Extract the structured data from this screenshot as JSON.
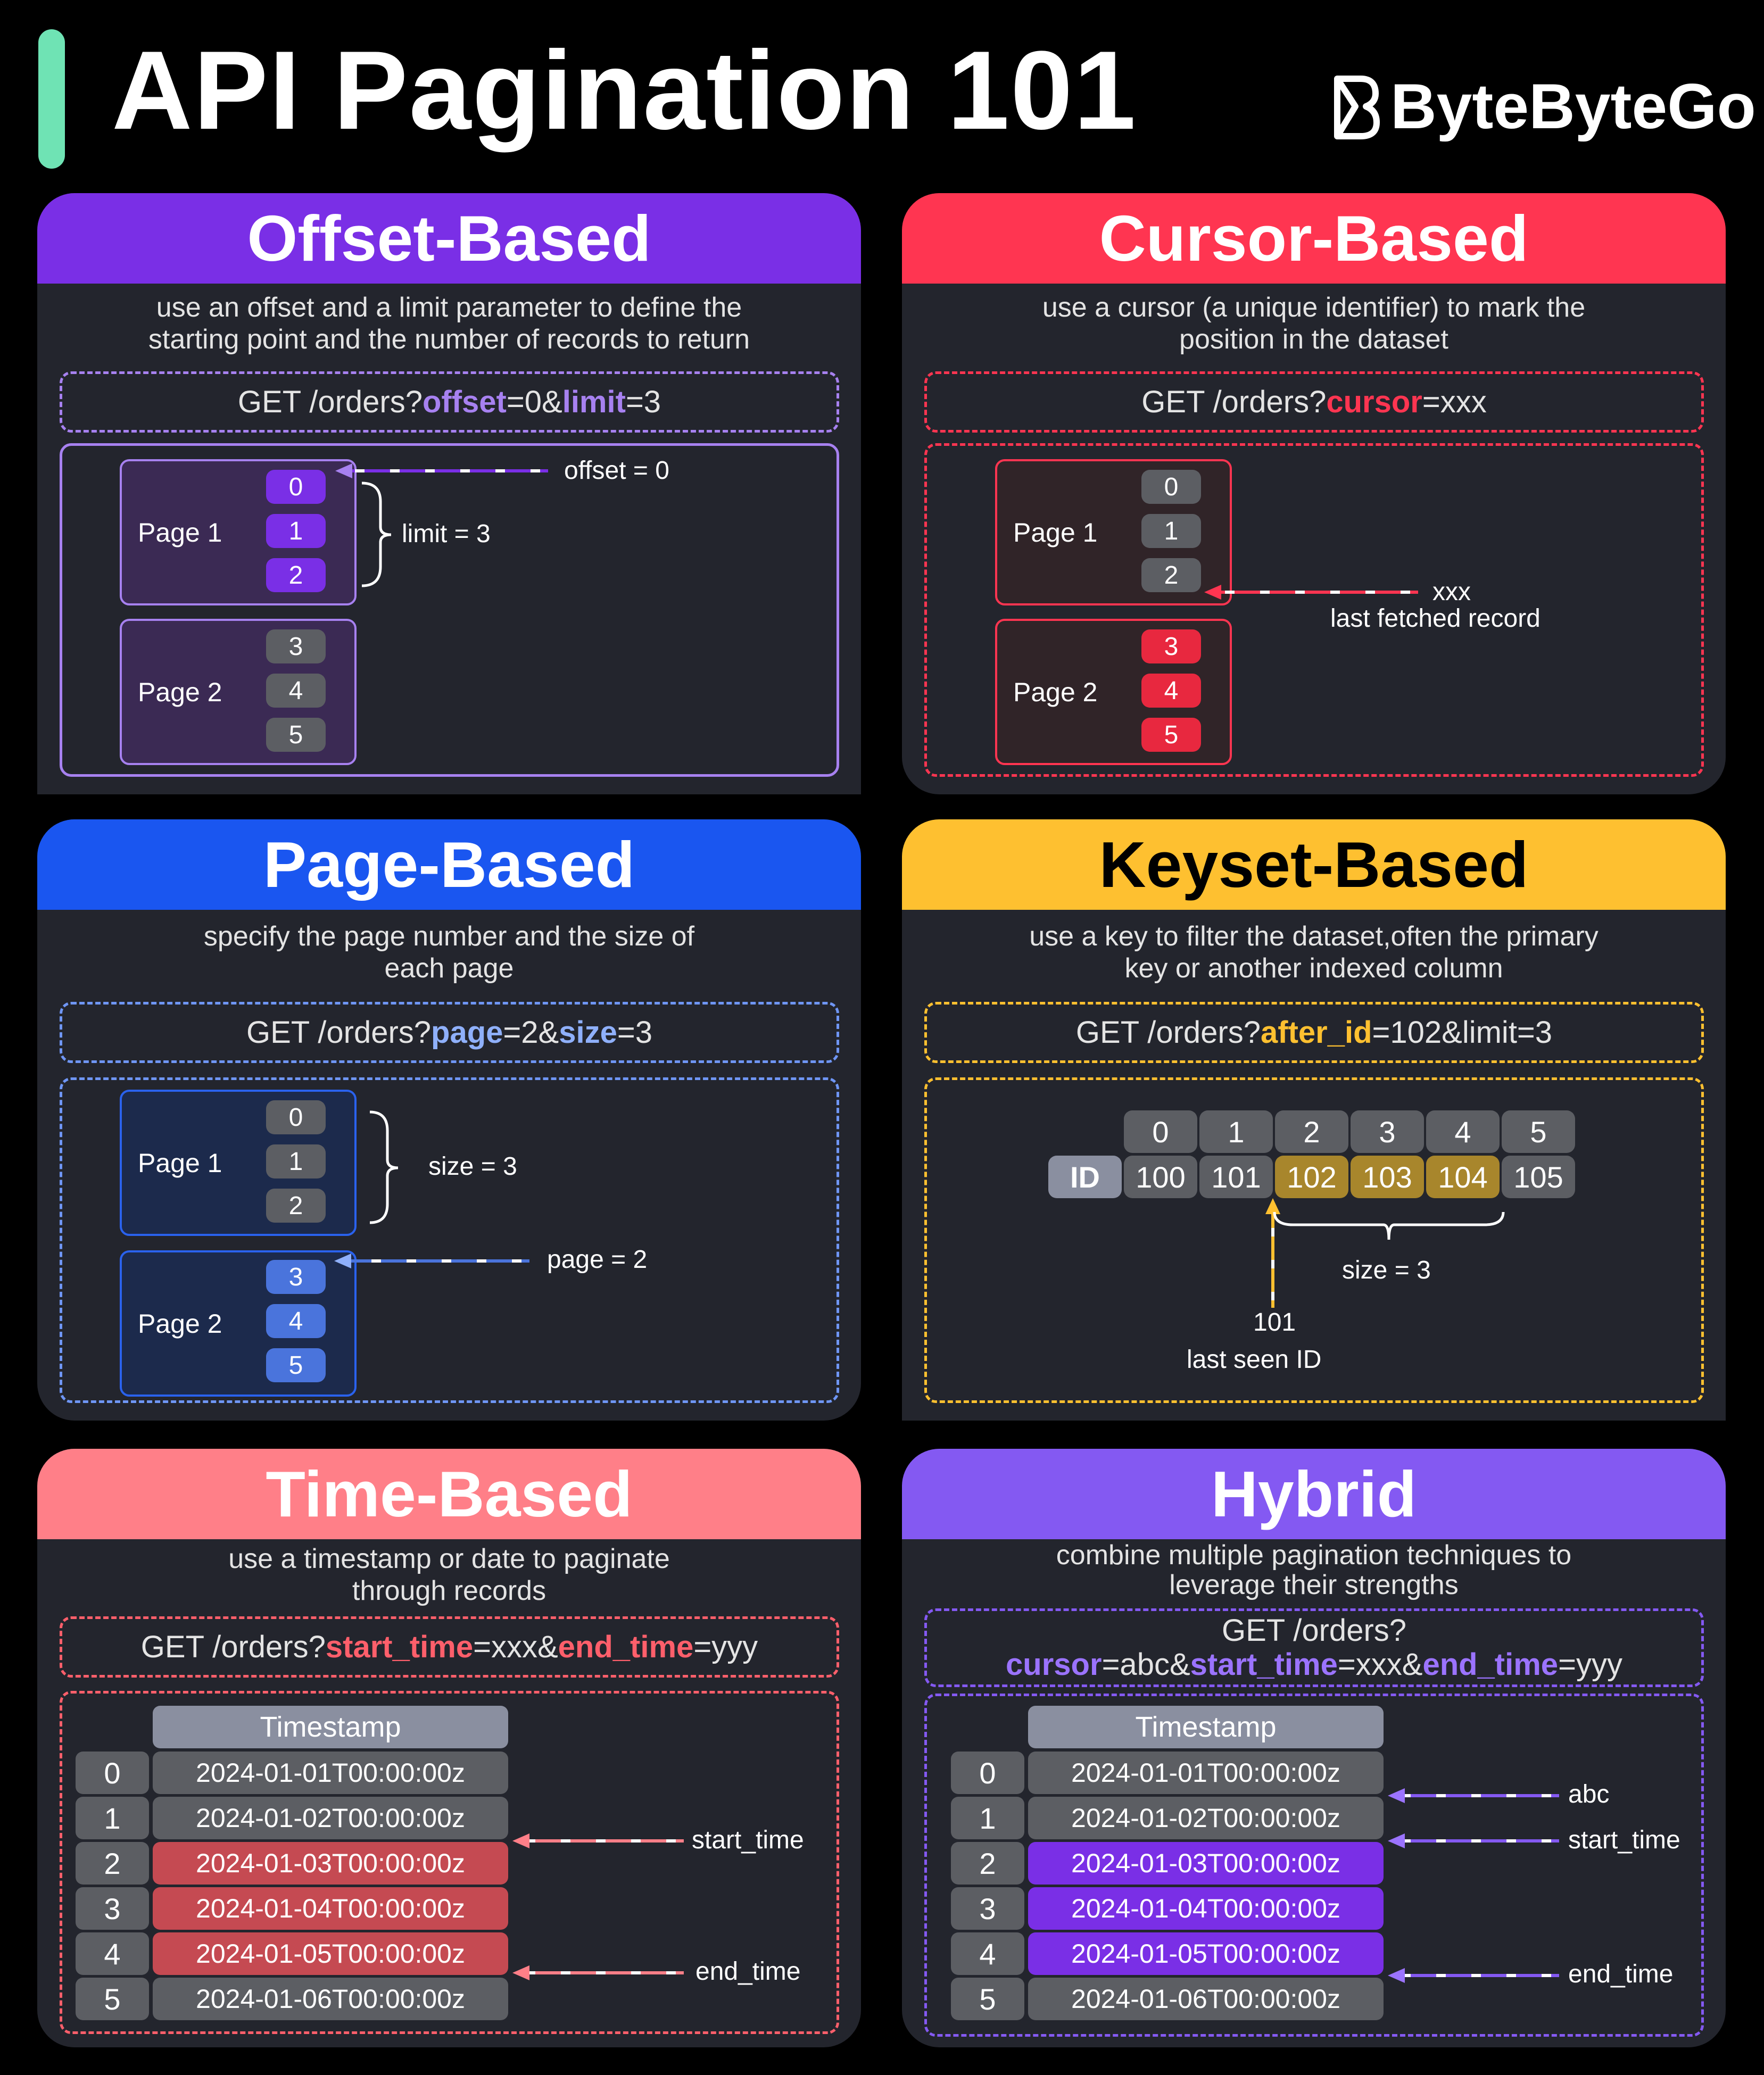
{
  "header": {
    "title": "API Pagination 101",
    "brand": "ByteByteGo",
    "accent_color": "#6fe3b4"
  },
  "colors": {
    "offset": "#7a2fe6",
    "cursor": "#ff3551",
    "page": "#1a56f0",
    "keyset": "#fec030",
    "time": "#ff7f88",
    "hybrid": "#8459f2",
    "cell_gray": "#5c5e63"
  },
  "offset": {
    "title": "Offset-Based",
    "desc_line1": "use an offset and a limit parameter to define the",
    "desc_line2": "starting point and the number of records to return",
    "request": {
      "prefix": "GET /orders?",
      "p1": "offset",
      "v1": "=0&",
      "p2": "limit",
      "v2": "=3"
    },
    "page1_label": "Page 1",
    "page2_label": "Page 2",
    "page1_cells": [
      "0",
      "1",
      "2"
    ],
    "page2_cells": [
      "3",
      "4",
      "5"
    ],
    "offset_label": "offset = 0",
    "limit_label": "limit = 3"
  },
  "cursor": {
    "title": "Cursor-Based",
    "desc_line1": "use a cursor (a unique identifier) to mark the",
    "desc_line2": "position in the dataset",
    "request": {
      "prefix": "GET /orders?",
      "p1": "cursor",
      "v1": "=xxx"
    },
    "page1_label": "Page 1",
    "page2_label": "Page 2",
    "page1_cells": [
      "0",
      "1",
      "2"
    ],
    "page2_cells": [
      "3",
      "4",
      "5"
    ],
    "cursor_value": "xxx",
    "cursor_caption": "last fetched record"
  },
  "page": {
    "title": "Page-Based",
    "desc_line1": "specify the page number and the size of",
    "desc_line2": "each page",
    "request": {
      "prefix": "GET /orders?",
      "p1": "page",
      "v1": "=2&",
      "p2": "size",
      "v2": "=3"
    },
    "page1_label": "Page 1",
    "page2_label": "Page 2",
    "page1_cells": [
      "0",
      "1",
      "2"
    ],
    "page2_cells": [
      "3",
      "4",
      "5"
    ],
    "size_label": "size = 3",
    "page_label": "page = 2"
  },
  "keyset": {
    "title": "Keyset-Based",
    "desc_line1": "use a key to filter the dataset,often the primary",
    "desc_line2": "key or another indexed column",
    "request": {
      "prefix": "GET /orders?",
      "p1": "after_id",
      "v1": "=102&limit=3"
    },
    "indices": [
      "0",
      "1",
      "2",
      "3",
      "4",
      "5"
    ],
    "id_label": "ID",
    "ids": [
      "100",
      "101",
      "102",
      "103",
      "104",
      "105"
    ],
    "size_label": "size = 3",
    "last_id": "101",
    "last_caption": "last seen ID"
  },
  "time": {
    "title": "Time-Based",
    "desc_line1": "use a timestamp or date to paginate",
    "desc_line2": "through records",
    "request": {
      "prefix": "GET /orders?",
      "p1": "start_time",
      "v1": "=xxx&",
      "p2": "end_time",
      "v2": "=yyy"
    },
    "column_header": "Timestamp",
    "indices": [
      "0",
      "1",
      "2",
      "3",
      "4",
      "5"
    ],
    "timestamps": [
      "2024-01-01T00:00:00z",
      "2024-01-02T00:00:00z",
      "2024-01-03T00:00:00z",
      "2024-01-04T00:00:00z",
      "2024-01-05T00:00:00z",
      "2024-01-06T00:00:00z"
    ],
    "start_label": "start_time",
    "end_label": "end_time"
  },
  "hybrid": {
    "title": "Hybrid",
    "desc_line1": "combine multiple pagination techniques to",
    "desc_line2": "leverage their strengths",
    "request": {
      "line1": "GET /orders?",
      "p1": "cursor",
      "v1": "=abc&",
      "p2": "start_time",
      "v2": "=xxx&",
      "p3": "end_time",
      "v3": "=yyy"
    },
    "column_header": "Timestamp",
    "indices": [
      "0",
      "1",
      "2",
      "3",
      "4",
      "5"
    ],
    "timestamps": [
      "2024-01-01T00:00:00z",
      "2024-01-02T00:00:00z",
      "2024-01-03T00:00:00z",
      "2024-01-04T00:00:00z",
      "2024-01-05T00:00:00z",
      "2024-01-06T00:00:00z"
    ],
    "abc_label": "abc",
    "start_label": "start_time",
    "end_label": "end_time"
  }
}
